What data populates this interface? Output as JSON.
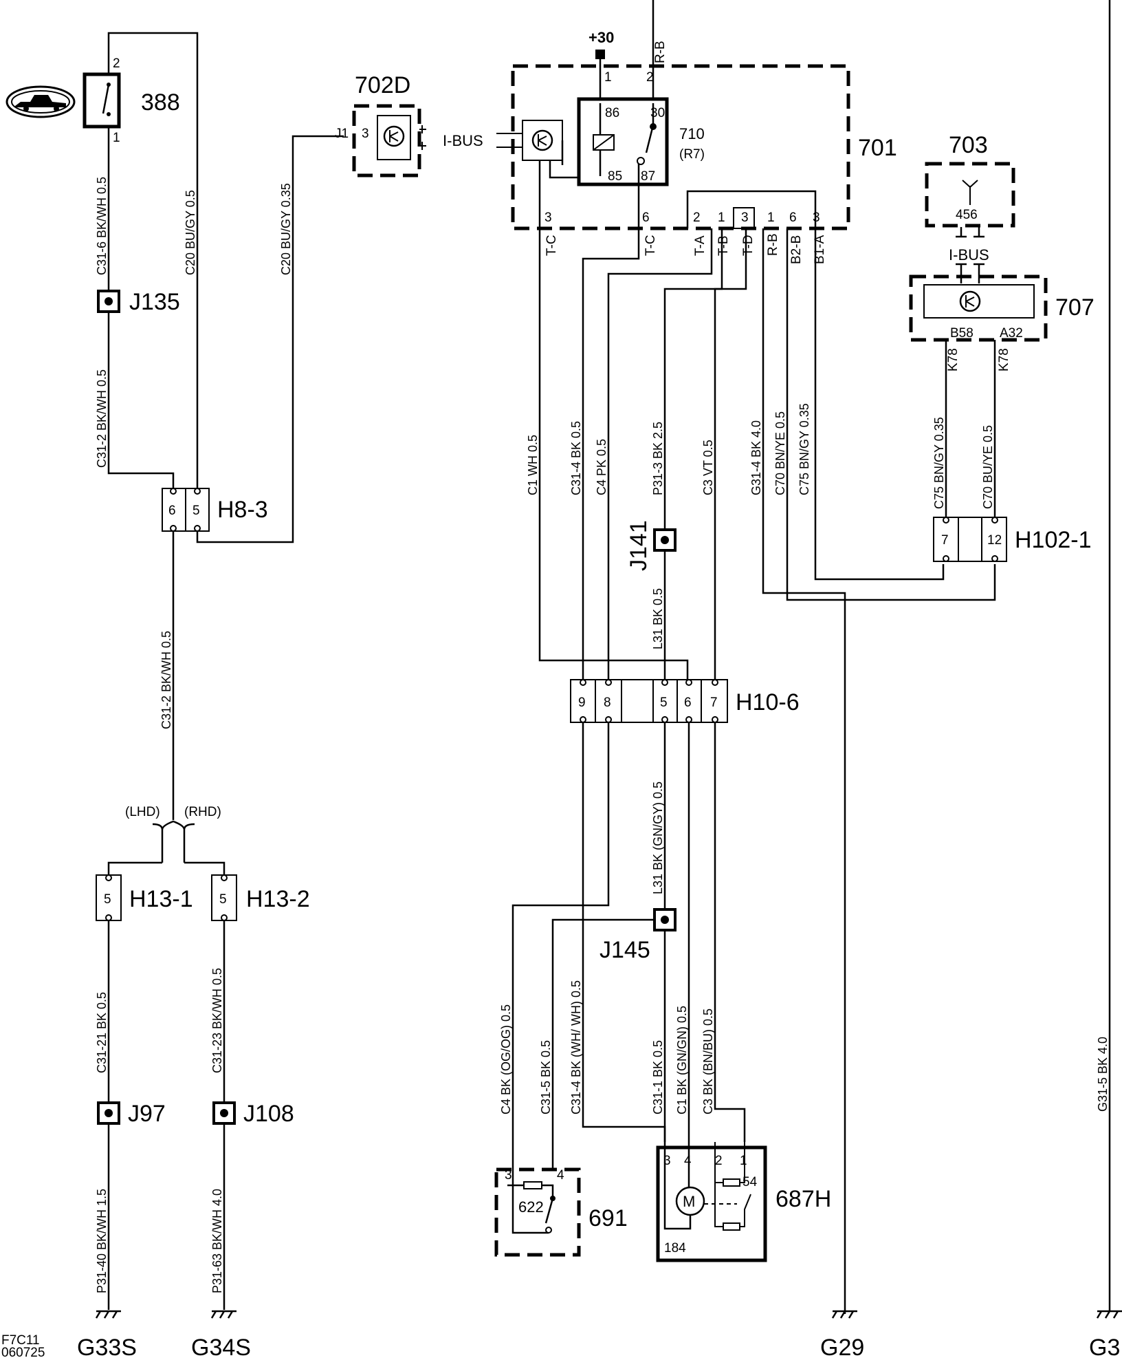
{
  "components": {
    "switch_388": "388",
    "module_702D": "702D",
    "module_701": "701",
    "relay_710": "710",
    "relay_710_sub": "(R7)",
    "antenna_703": "703",
    "antenna_703_inner": "456",
    "module_707": "707",
    "switch_691": "691",
    "switch_691_inner": "622",
    "motor_687H": "687H",
    "motor_687H_inner": "184",
    "motor_687H_pin54": "54",
    "motor_symbol": "M"
  },
  "connectors": {
    "h8_3": "H8-3",
    "h102_1": "H102-1",
    "h10_6": "H10-6",
    "h13_1": "H13-1",
    "h13_2": "H13-2"
  },
  "splices": {
    "j135": "J135",
    "j141": "J141",
    "j145": "J145",
    "j97": "J97",
    "j108": "J108"
  },
  "grounds": {
    "g33s": "G33S",
    "g34s": "G34S",
    "g29": "G29",
    "g3": "G3"
  },
  "labels": {
    "plus30": "+30",
    "ibus_701": "I-BUS",
    "ibus_707": "I-BUS",
    "lhd": "(LHD)",
    "rhd": "(RHD)",
    "pin_j1": "J1",
    "code_line1": "F7C11",
    "code_line2": "060725"
  },
  "pins": {
    "p388_top": "2",
    "p388_bot": "1",
    "p702_3": "3",
    "p710_1": "1",
    "p710_2": "2",
    "p710_86": "86",
    "p710_30": "30",
    "p710_85": "85",
    "p710_87": "87",
    "p701_3": "3",
    "p701_6": "6",
    "p701_2": "2",
    "p701_1a": "1",
    "p701_3b": "3",
    "p701_1b": "1",
    "p701_6b": "6",
    "p701_3c": "3",
    "h83_6": "6",
    "h83_5": "5",
    "h1021_7": "7",
    "h1021_12": "12",
    "h106_9": "9",
    "h106_8": "8",
    "h106_5": "5",
    "h106_6": "6",
    "h106_7": "7",
    "h131_5": "5",
    "h132_5": "5",
    "p707_b58": "B58",
    "p707_a32": "A32",
    "p687_3": "3",
    "p687_4": "4",
    "p687_2": "2",
    "p687_1": "1",
    "p691_3": "3",
    "p691_4": "4"
  },
  "terminals_701": {
    "tc1": "T-C",
    "tc2": "T-C",
    "ta": "T-A",
    "tb": "T-B",
    "td": "T-D",
    "rb": "R-B",
    "b2b": "B2-B",
    "b1a": "B1-A",
    "rb_top": "R-B"
  },
  "terminals_707": {
    "k78a": "K78",
    "k78b": "K78"
  },
  "wires": {
    "w_c31_6": "C31-6  BK/WH  0.5",
    "w_c20_a": "C20  BU/GY  0.5",
    "w_c20_b": "C20  BU/GY  0.35",
    "w_c31_2a": "C31-2  BK/WH  0.5",
    "w_c31_2b": "C31-2  BK/WH  0.5",
    "w_c31_21": "C31-21  BK  0.5",
    "w_c31_23": "C31-23  BK/WH  0.5",
    "w_p31_40": "P31-40  BK/WH  1.5",
    "w_p31_63": "P31-63  BK/WH  4.0",
    "w_c1": "C1  WH  0.5",
    "w_c31_4": "C31-4  BK  0.5",
    "w_c4": "C4  PK  0.5",
    "w_p31_3": "P31-3  BK  2.5",
    "w_c3": "C3  VT  0.5",
    "w_g31_4": "G31-4  BK  4.0",
    "w_c70a": "C70  BN/YE  0.5",
    "w_c75a": "C75  BN/GY  0.35",
    "w_c75b": "C75  BN/GY  0.35",
    "w_c70b": "C70  BU/YE  0.5",
    "w_l31a": "L31  BK  0.5",
    "w_l31b": "L31  BK (GN/GY)  0.5",
    "w_c4b": "C4  BK  (OG/OG)  0.5",
    "w_c31_5": "C31-5  BK  0.5",
    "w_c31_4b": "C31-4  BK  (WH/ WH)  0.5",
    "w_c31_1": "C31-1  BK  0.5",
    "w_c1b": "C1  BK  (GN/GN)  0.5",
    "w_c3b": "C3  BK  (BN/BU)  0.5",
    "w_g31_5": "G31-5  BK  4.0"
  }
}
